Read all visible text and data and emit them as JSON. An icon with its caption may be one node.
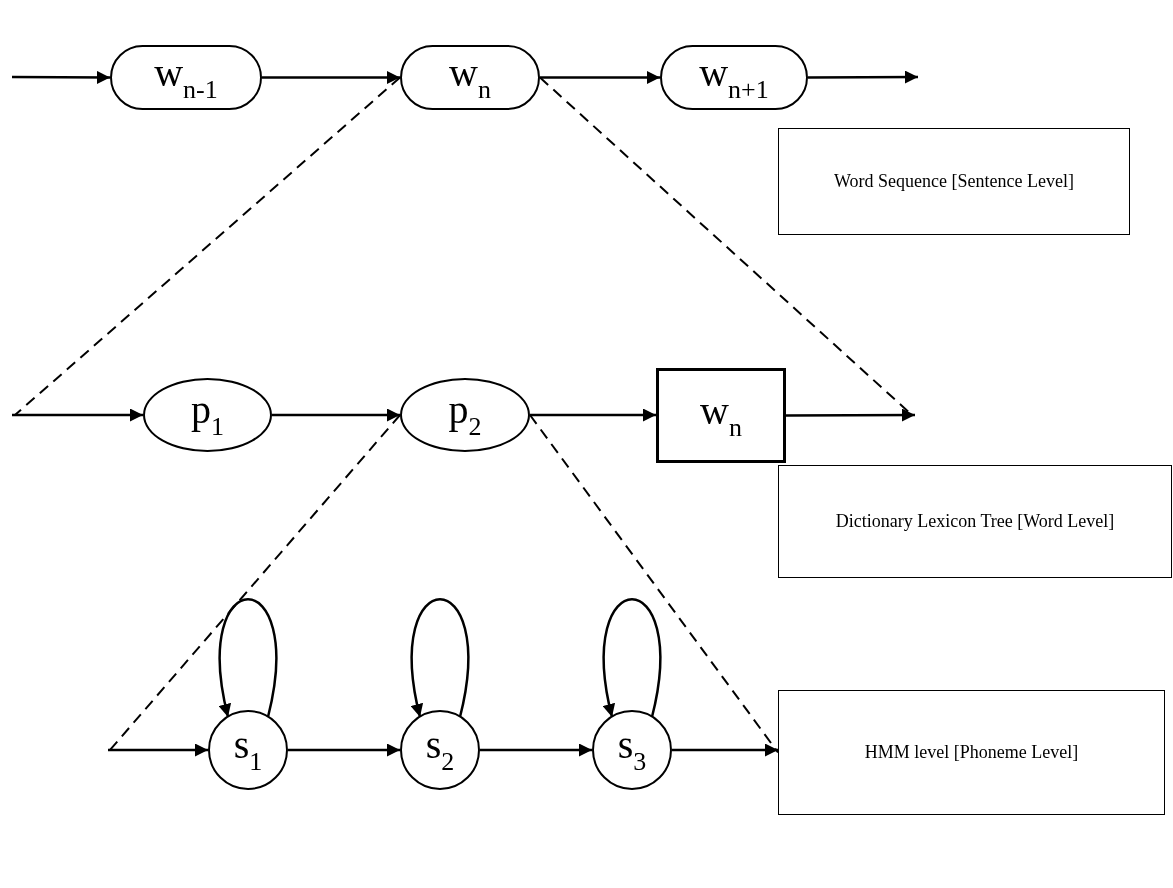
{
  "diagram": {
    "nodes": [
      {
        "text": [
          "w$_{n-1}$"
        ]
      },
      {
        "text": [
          "w$_{n}$"
        ]
      },
      {
        "text": [
          "w$_{n+1}$"
        ]
      },
      {
        "text": [
          "Word Sequence [Sentence Level]"
        ]
      },
      {
        "text": [
          "p$_{1}$"
        ]
      },
      {
        "text": [
          "p$_{2}$"
        ]
      },
      {
        "text": [
          "w$_{n}$"
        ]
      },
      {
        "text": [
          "Dictionary Lexicon Tree [Word Level]"
        ]
      },
      {
        "text": [
          "s$_{1}$"
        ]
      },
      {
        "text": [
          "s$_{2}$"
        ]
      },
      {
        "text": [
          "s$_{3}$"
        ]
      },
      {
        "text": [
          "HMM level [Phoneme Level]"
        ]
      }
    ],
    "edges": [
      {
        "from": null,
        "to": 0,
        "arrow": "to"
      },
      {
        "from": 0,
        "to": 1,
        "arrow": "to"
      },
      {
        "from": 1,
        "to": 2,
        "arrow": "to"
      },
      {
        "from": 2,
        "to": null,
        "arrow": "to"
      },
      {
        "from": 1,
        "to": null,
        "arrow": "none",
        "style": "dashed"
      },
      {
        "from": 1,
        "to": null,
        "arrow": "none",
        "style": "dashed"
      },
      {
        "from": null,
        "to": 4,
        "arrow": "to"
      },
      {
        "from": 4,
        "to": 5,
        "arrow": "to"
      },
      {
        "from": 5,
        "to": 6,
        "arrow": "to"
      },
      {
        "from": 6,
        "to": null,
        "arrow": "to"
      },
      {
        "from": 5,
        "to": null,
        "arrow": "none",
        "style": "dashed"
      },
      {
        "from": 5,
        "to": 11,
        "arrow": "none",
        "style": "dashed"
      },
      {
        "from": null,
        "to": 8,
        "arrow": "to"
      },
      {
        "from": 8,
        "to": 9,
        "arrow": "to"
      },
      {
        "from": 9,
        "to": 10,
        "arrow": "to"
      },
      {
        "from": 10,
        "to": 11,
        "arrow": "to"
      },
      {
        "from": 8,
        "to": 8,
        "arrow": "to"
      },
      {
        "from": 9,
        "to": 9,
        "arrow": "to"
      },
      {
        "from": 10,
        "to": 10,
        "arrow": "to"
      }
    ]
  }
}
